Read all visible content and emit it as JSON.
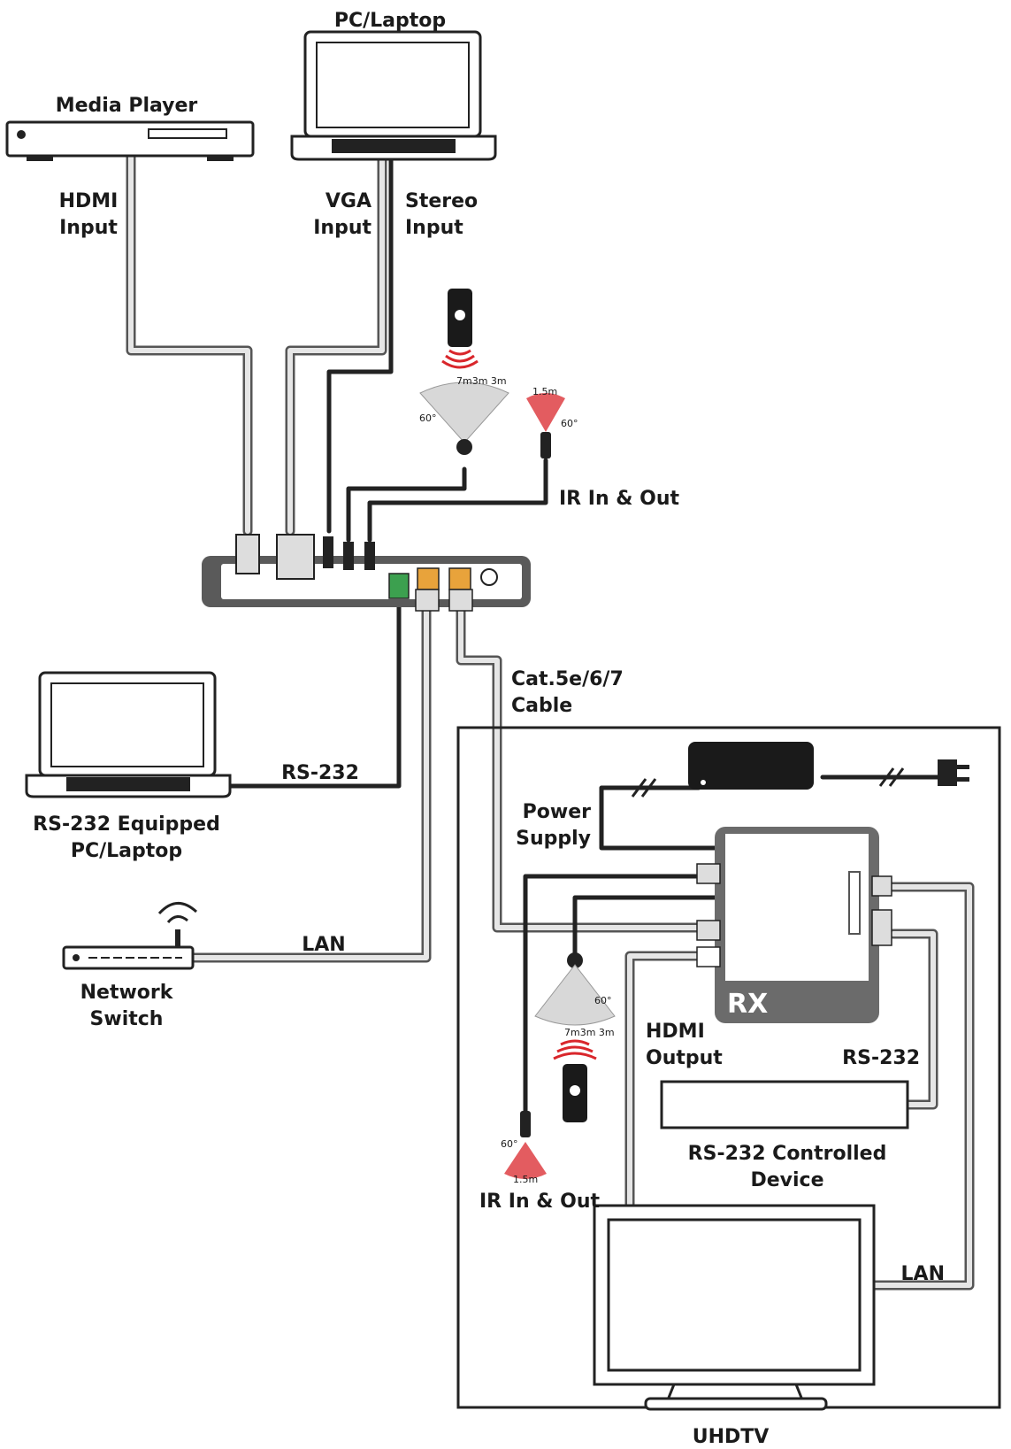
{
  "labels": {
    "pc_laptop_top": "PC/Laptop",
    "media_player": "Media Player",
    "hdmi_input_1": "HDMI",
    "hdmi_input_2": "Input",
    "vga_input_1": "VGA",
    "vga_input_2": "Input",
    "stereo_input_1": "Stereo",
    "stereo_input_2": "Input",
    "ir_in_out_top": "IR In & Out",
    "cat_cable_1": "Cat.5e/6/7",
    "cat_cable_2": "Cable",
    "rs232_line": "RS-232",
    "rs232_pc_1": "RS-232 Equipped",
    "rs232_pc_2": "PC/Laptop",
    "lan_left": "LAN",
    "network_switch_1": "Network",
    "network_switch_2": "Switch",
    "power_supply_1": "Power",
    "power_supply_2": "Supply",
    "rx": "RX",
    "hdmi_output_1": "HDMI",
    "hdmi_output_2": "Output",
    "rs232_right": "RS-232",
    "rs232_device_1": "RS-232 Controlled",
    "rs232_device_2": "Device",
    "ir_in_out_bottom": "IR In & Out",
    "lan_right": "LAN",
    "uhdtv": "UHDTV"
  },
  "ir_range": {
    "top_remote_distances": "7m3m 3m",
    "top_receiver_angle": "60°",
    "top_blaster_distance": "1.5m",
    "top_blaster_angle": "60°",
    "bottom_receiver_angle": "60°",
    "bottom_remote_distances": "7m3m 3m",
    "bottom_blaster_angle": "60°",
    "bottom_blaster_distance": "1.5m"
  },
  "colors": {
    "ir_wave": "#d9262b",
    "cable_outline": "#555555",
    "cable_fill": "#e6e6e6",
    "rx_body": "#6b6b6b",
    "tx_body": "#5a5a5a",
    "rj45_port": "#e8a33b",
    "terminal_block": "#3ca04f"
  }
}
